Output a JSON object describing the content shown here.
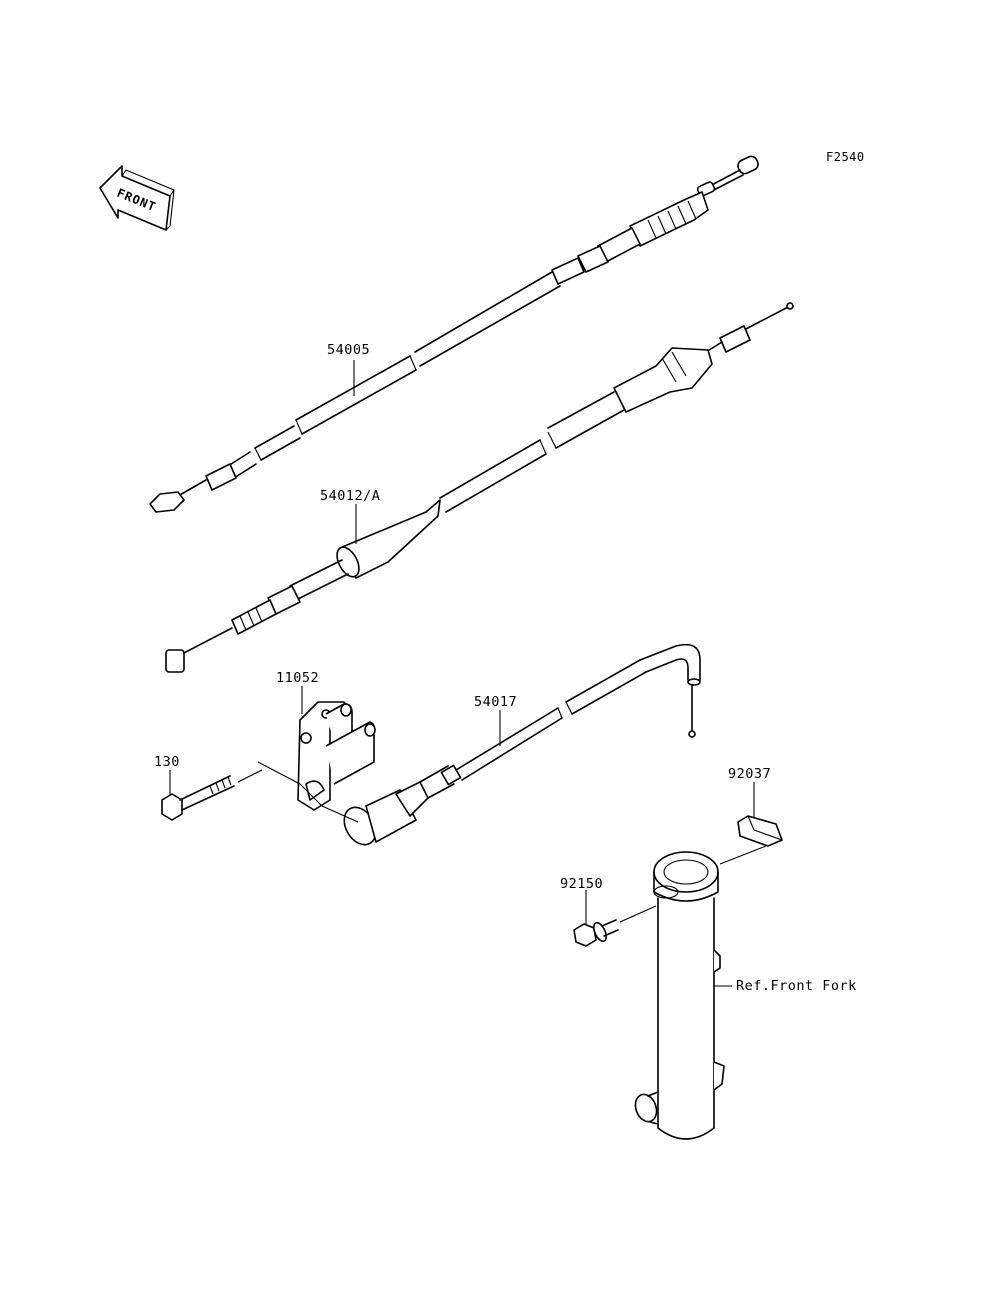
{
  "diagram": {
    "code": "F2540",
    "direction_marker": "FRONT",
    "callouts": {
      "cable_clutch": "54005",
      "cable_brake": "54012/A",
      "choke_knob_cable": "54017",
      "bracket": "11052",
      "bolt": "130",
      "clamp": "92037",
      "bolt_flanged": "92150",
      "front_fork_ref": "Ref.Front Fork"
    }
  }
}
